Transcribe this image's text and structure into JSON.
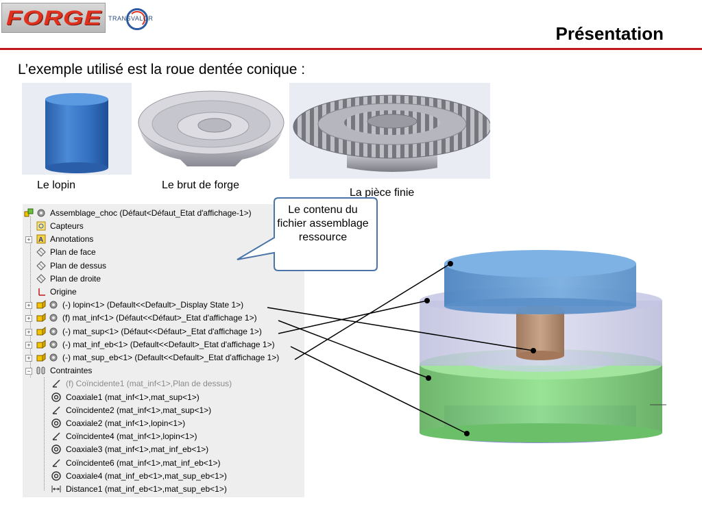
{
  "header": {
    "logo_text": "FORGE",
    "partner_logo_text": "TRANSVALOR",
    "title": "Présentation"
  },
  "intro": "L’exemple utilisé est la roue dentée conique :",
  "images": [
    {
      "caption": "Le lopin",
      "icon": "cylinder-billet-image"
    },
    {
      "caption": "Le brut de forge",
      "icon": "forged-blank-image"
    },
    {
      "caption": "La pièce finie",
      "icon": "bevel-gear-image"
    }
  ],
  "callout": {
    "text": "Le contenu du fichier assemblage ressource"
  },
  "tree": {
    "root": "Assemblage_choc  (Défaut<Défaut_Etat d'affichage-1>)",
    "items": [
      {
        "label": "Capteurs",
        "icon": "sensor-icon",
        "expand": false
      },
      {
        "label": "Annotations",
        "icon": "annotation-icon",
        "expand": true
      },
      {
        "label": "Plan de face",
        "icon": "plane-icon",
        "expand": false
      },
      {
        "label": "Plan de dessus",
        "icon": "plane-icon",
        "expand": false
      },
      {
        "label": "Plan de droite",
        "icon": "plane-icon",
        "expand": false
      },
      {
        "label": "Origine",
        "icon": "origin-icon",
        "expand": false
      },
      {
        "label": "(-) lopin<1> (Default<<Default>_Display State 1>)",
        "icon": "part-icon",
        "expand": true
      },
      {
        "label": "(f) mat_inf<1> (Défaut<<Défaut>_Etat d'affichage 1>)",
        "icon": "part-icon",
        "expand": true
      },
      {
        "label": "(-) mat_sup<1> (Défaut<<Défaut>_Etat d'affichage 1>)",
        "icon": "part-icon",
        "expand": true
      },
      {
        "label": "(-) mat_inf_eb<1> (Default<<Default>_Etat d'affichage 1>)",
        "icon": "part-icon",
        "expand": true
      },
      {
        "label": "(-) mat_sup_eb<1> (Default<<Default>_Etat d'affichage 1>)",
        "icon": "part-icon",
        "expand": true
      },
      {
        "label": "Contraintes",
        "icon": "mates-icon",
        "expand": true,
        "open": true
      }
    ],
    "mates": [
      {
        "label": "(f) Coïncidente1 (mat_inf<1>,Plan de dessus)",
        "icon": "coincident-icon",
        "grey": true
      },
      {
        "label": "Coaxiale1 (mat_inf<1>,mat_sup<1>)",
        "icon": "coaxial-icon"
      },
      {
        "label": "Coïncidente2 (mat_inf<1>,mat_sup<1>)",
        "icon": "coincident-icon"
      },
      {
        "label": "Coaxiale2 (mat_inf<1>,lopin<1>)",
        "icon": "coaxial-icon"
      },
      {
        "label": "Coïncidente4 (mat_inf<1>,lopin<1>)",
        "icon": "coincident-icon"
      },
      {
        "label": "Coaxiale3 (mat_inf<1>,mat_inf_eb<1>)",
        "icon": "coaxial-icon"
      },
      {
        "label": "Coïncidente6 (mat_inf<1>,mat_inf_eb<1>)",
        "icon": "coincident-icon"
      },
      {
        "label": "Coaxiale4 (mat_inf_eb<1>,mat_sup_eb<1>)",
        "icon": "coaxial-icon"
      },
      {
        "label": "Distance1 (mat_inf_eb<1>,mat_sup_eb<1>)",
        "icon": "distance-icon"
      }
    ]
  },
  "colors": {
    "accent_red": "#c0161c",
    "billet_blue": "#3a78c8",
    "die_top_blue": "#6a9fd6",
    "die_green": "#7ecf7a",
    "die_purple": "#9a98e8",
    "billet_copper": "#b58a6a"
  }
}
